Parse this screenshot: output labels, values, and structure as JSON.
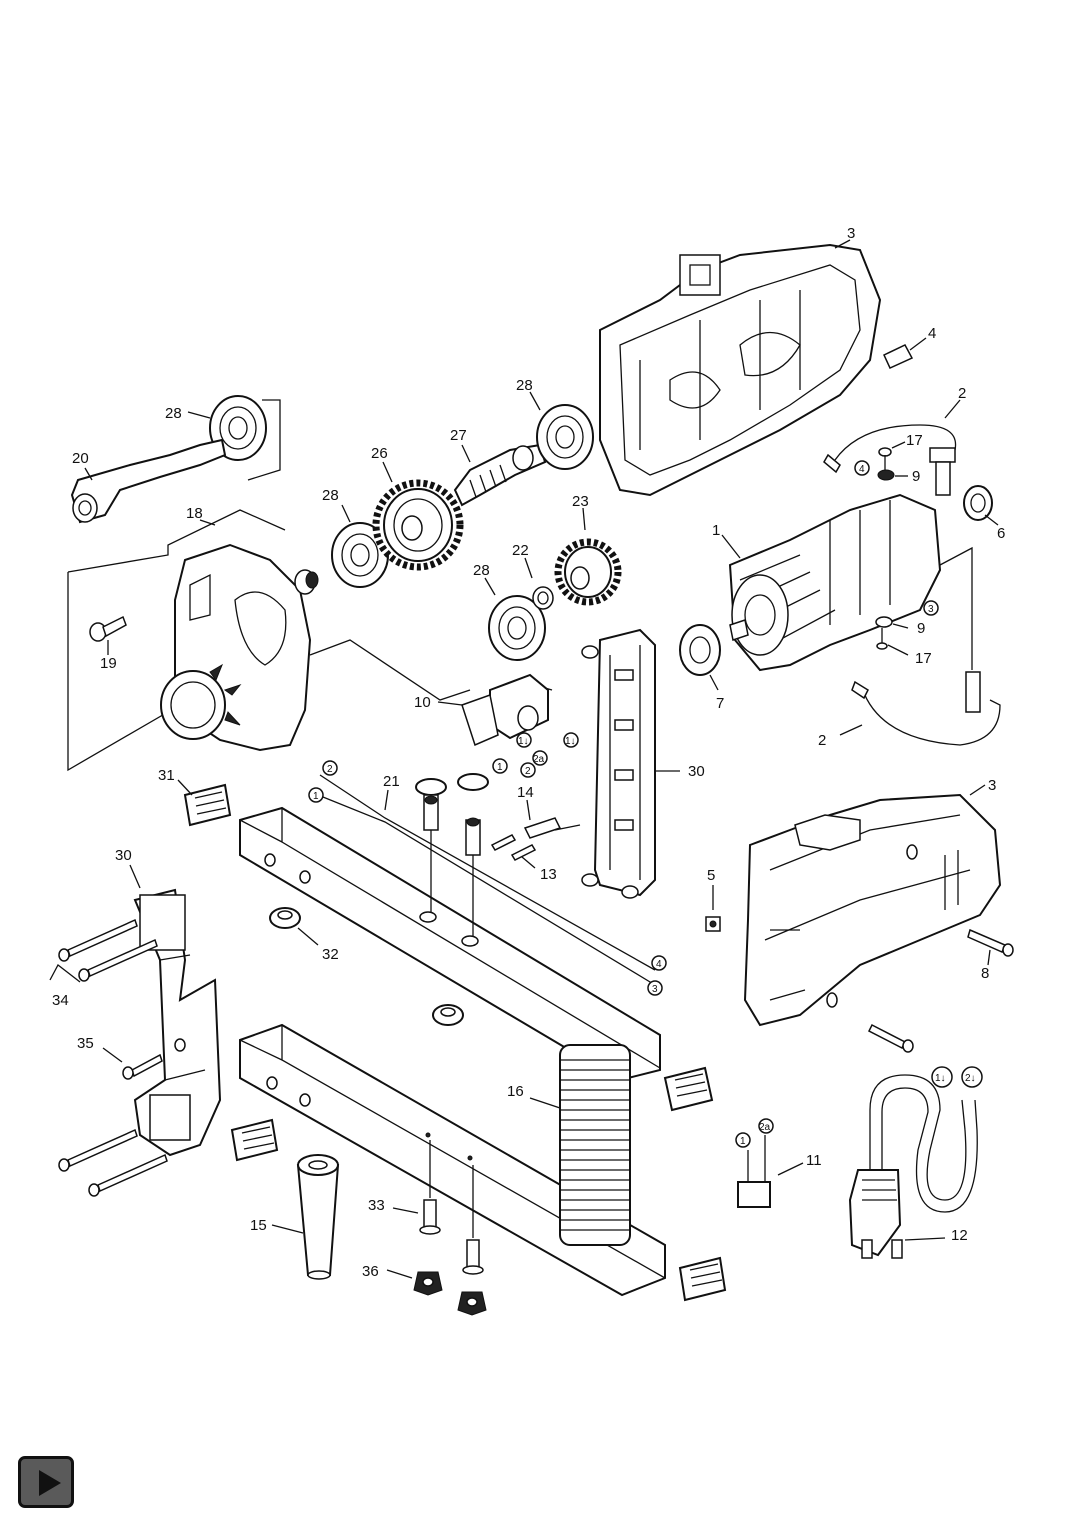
{
  "diagram": {
    "part_labels": {
      "p1": "1",
      "p2a": "2",
      "p2b": "2",
      "p3a": "3",
      "p3b": "3",
      "p4": "4",
      "p5": "5",
      "p6": "6",
      "p7": "7",
      "p8": "8",
      "p9a": "9",
      "p9b": "9",
      "p10": "10",
      "p11": "11",
      "p12": "12",
      "p13": "13",
      "p14": "14",
      "p15": "15",
      "p16": "16",
      "p17a": "17",
      "p17b": "17",
      "p18": "18",
      "p19": "19",
      "p20": "20",
      "p21": "21",
      "p22": "22",
      "p23": "23",
      "p26": "26",
      "p27": "27",
      "p28a": "28",
      "p28b": "28",
      "p28c": "28",
      "p28d": "28",
      "p30a": "30",
      "p30b": "30",
      "p31": "31",
      "p32": "32",
      "p33": "33",
      "p34": "34",
      "p35": "35",
      "p36": "36"
    },
    "connector_labels": {
      "c4a": "4",
      "c3a": "3",
      "c11a": "1↓",
      "c2a1": "2a",
      "c1a": "1",
      "c2b": "2",
      "c11b": "1↓",
      "c2c": "2",
      "c1b": "1",
      "c4b": "4",
      "c3b": "3",
      "c1c": "1",
      "c2ad": "2a",
      "c1d": "1↓",
      "c2d": "2↓"
    }
  },
  "navigation": {
    "next_icon": "play-icon"
  }
}
